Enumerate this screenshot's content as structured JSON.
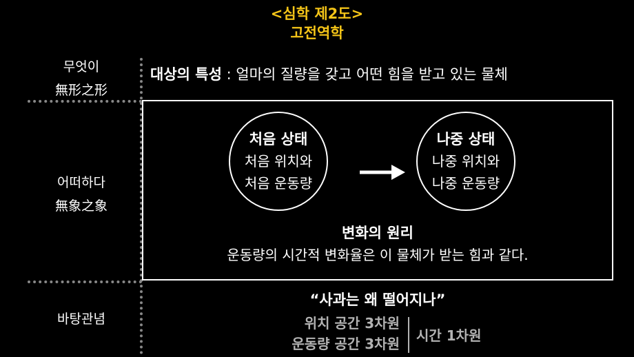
{
  "header": {
    "line1": "<심학 제2도>",
    "line2": "고전역학"
  },
  "left_labels": {
    "what_ko": "무엇이",
    "what_han": "無形之形",
    "how_ko": "어떠하다",
    "how_han": "無象之象",
    "basis": "바탕관념"
  },
  "object": {
    "term": "대상의 특성",
    "separator": " : ",
    "definition": "얼마의 질량을 갖고 어떤 힘을 받고 있는 물체"
  },
  "initial_state": {
    "title": "처음 상태",
    "line1": "처음 위치와",
    "line2": "처음 운동량"
  },
  "final_state": {
    "title": "나중 상태",
    "line1": "나중 위치와",
    "line2": "나중 운동량"
  },
  "principle": {
    "title": "변화의 원리",
    "statement": "운동량의 시간적 변화율은 이 물체가 받는 힘과 같다."
  },
  "basis": {
    "quote": "“사과는 왜 떨어지나”",
    "space1": "위치 공간 3차원",
    "space2": "운동량 공간 3차원",
    "time": "시간 1차원"
  },
  "colors": {
    "accent": "#f5c518",
    "background": "#000000",
    "muted": "#b3b3b3",
    "dots": "#888888"
  }
}
